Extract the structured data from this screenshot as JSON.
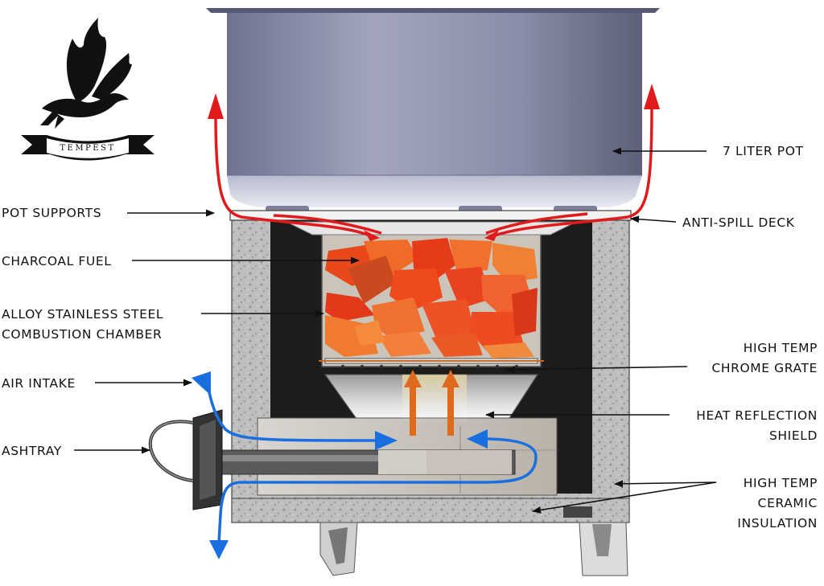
{
  "logo": {
    "text": "TEMPEST",
    "icon": "raven-icon"
  },
  "labels": {
    "pot": "7 LITER POT",
    "pot_supports": "POT SUPPORTS",
    "anti_spill_deck": "ANTI-SPILL DECK",
    "charcoal_fuel": "CHARCOAL FUEL",
    "chamber_line1": "ALLOY STAINLESS STEEL",
    "chamber_line2": "COMBUSTION CHAMBER",
    "grate_line1": "HIGH TEMP",
    "grate_line2": "CHROME GRATE",
    "air_intake": "AIR INTAKE",
    "shield_line1": "HEAT REFLECTION",
    "shield_line2": "SHIELD",
    "ashtray": "ASHTRAY",
    "insulation_line1": "HIGH TEMP",
    "insulation_line2": "CERAMIC",
    "insulation_line3": "INSULATION"
  },
  "colors": {
    "hot_air": "#e11b1b",
    "cold_air": "#1a6fe0",
    "heat_rise": "#e06a1c",
    "pot": "#8e92ab",
    "insulation": "#bdbdbd",
    "chamber_wall": "#1c1c1c"
  }
}
